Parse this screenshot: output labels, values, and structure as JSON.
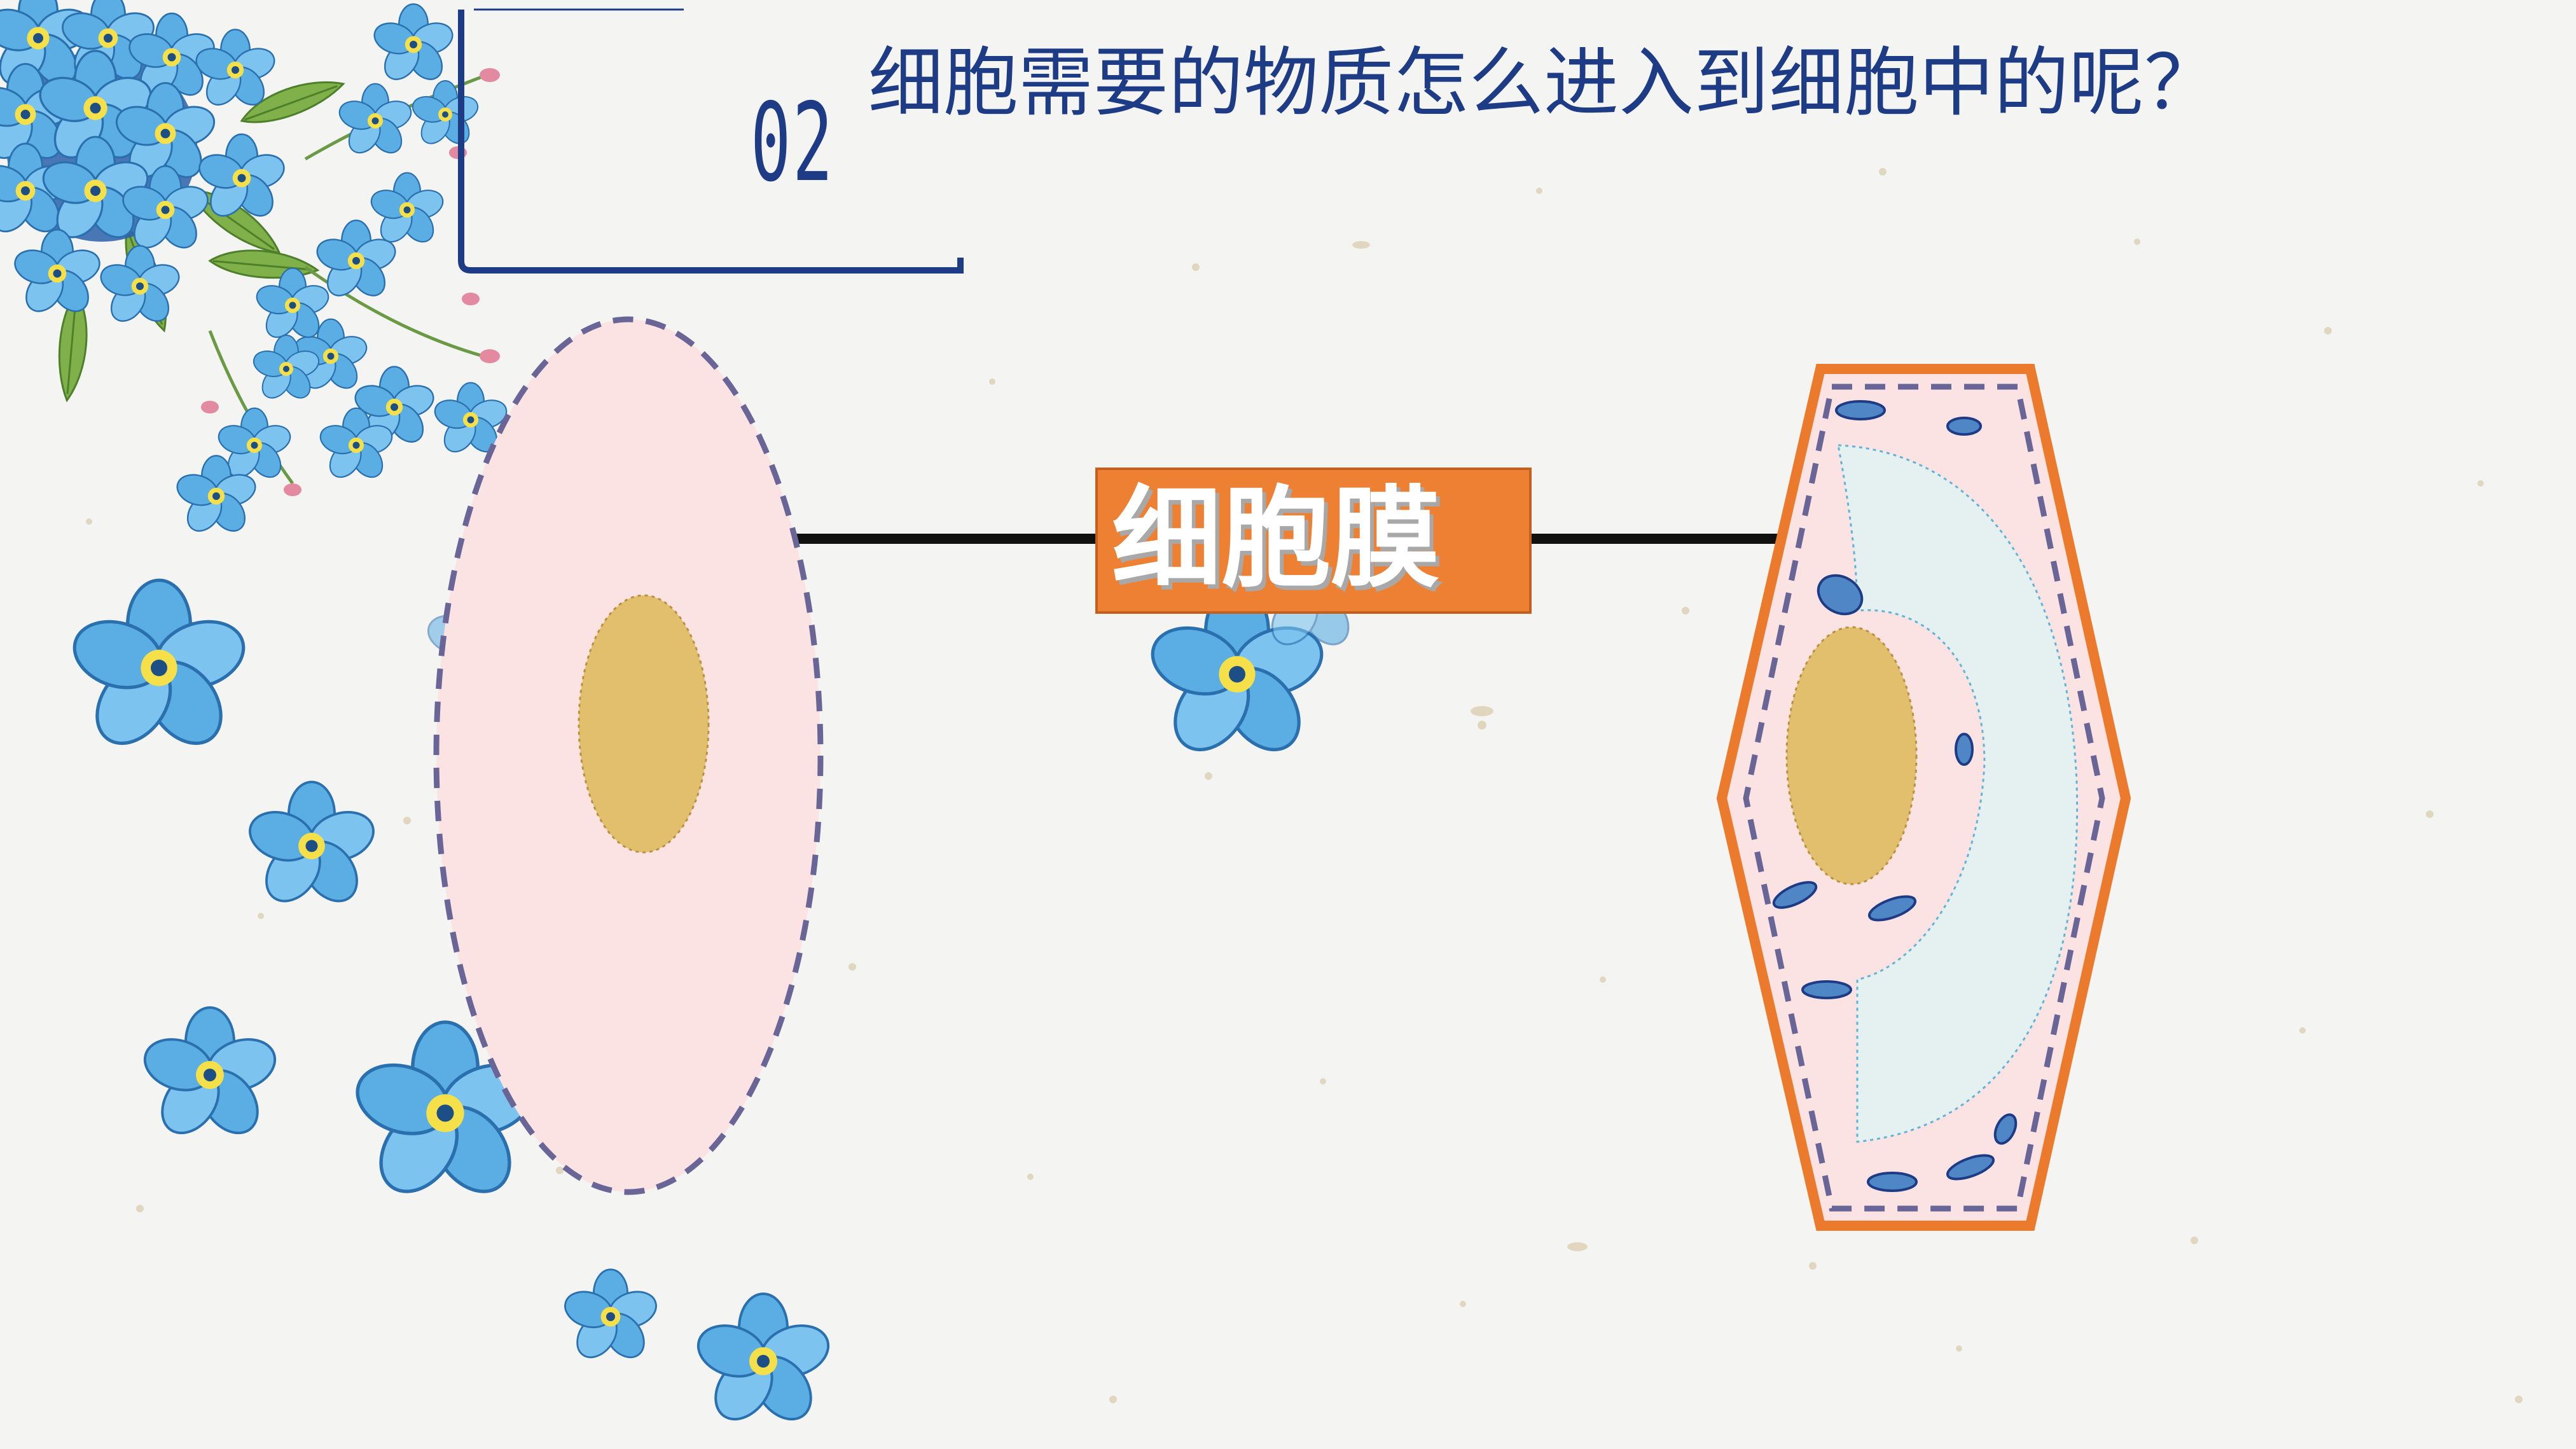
{
  "section": {
    "number": "02",
    "title": "细胞需要的物质怎么进入到细胞中的呢？"
  },
  "diagram": {
    "label": "细胞膜"
  },
  "colors": {
    "accent_blue": "#1e3b86",
    "label_orange": "#ee8033",
    "cytoplasm_pink": "#fbe3e3",
    "nucleus_tan": "#e2bf6c",
    "membrane_dash": "#6a6597",
    "cell_wall_orange": "#ec7a2c",
    "vacuole_blue": "#e4f1f0",
    "organelle_blue": "#4f86c6"
  },
  "icons": [
    "forget-me-not-flower-icon"
  ]
}
